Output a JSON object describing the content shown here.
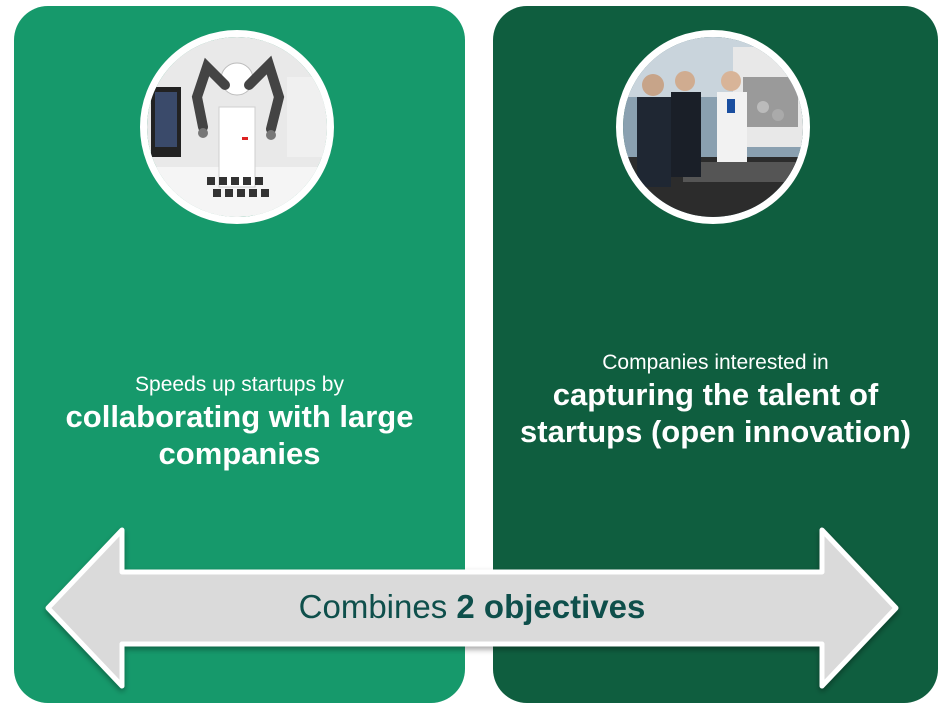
{
  "left_panel": {
    "photo_icon": "robot-arms-photo",
    "text_normal": "Speeds up startups by",
    "text_bold": "collaborating with large companies"
  },
  "right_panel": {
    "photo_icon": "people-at-event-photo",
    "text_normal": "Companies interested in",
    "text_bold": "capturing the talent of startups (open innovation)"
  },
  "arrow": {
    "label_normal": "Combines",
    "label_bold": "2 objectives"
  },
  "colors": {
    "left_panel": "#16996b",
    "right_panel": "#0f5e3f",
    "arrow_fill": "#dadada",
    "arrow_text": "#0e4f4b"
  }
}
